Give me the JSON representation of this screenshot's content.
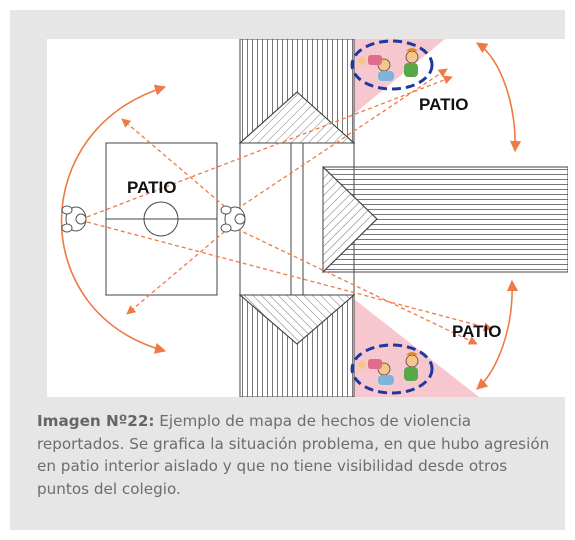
{
  "diagram": {
    "labels": {
      "patio_left": "PATIO",
      "patio_top_right": "PATIO",
      "patio_bottom_right": "PATIO"
    },
    "icons": [
      "person-figure-icon",
      "children-fighting-icon"
    ],
    "colors": {
      "arrow": "#ef7a45",
      "shade": "#f6c7cf",
      "highlight_ring": "#1f3a9c",
      "line": "#444444"
    }
  },
  "caption": {
    "title": "Imagen Nº22:",
    "text": " Ejemplo de mapa de hechos de violencia reportados. Se grafica la situación problema, en que hubo agresión en patio interior aislado y que no tiene visibilidad desde otros puntos del colegio."
  }
}
